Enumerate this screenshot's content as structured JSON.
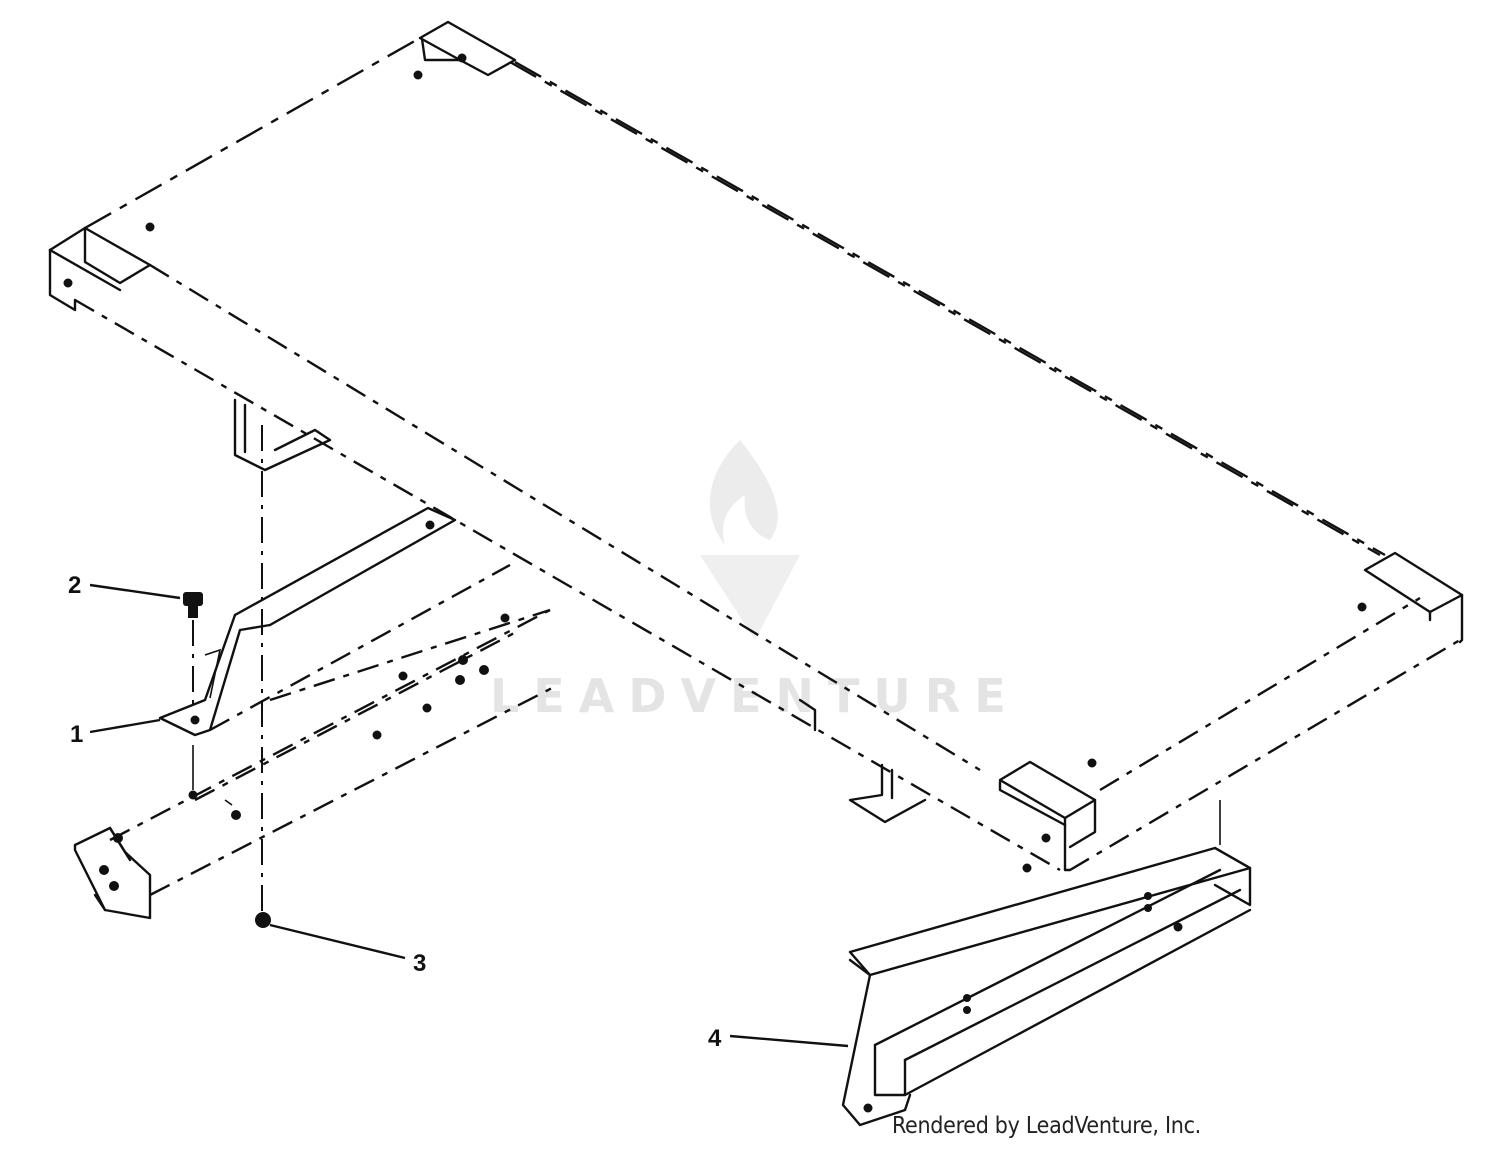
{
  "callouts": [
    {
      "number": "1"
    },
    {
      "number": "2"
    },
    {
      "number": "3"
    },
    {
      "number": "4"
    }
  ],
  "watermark": {
    "brand": "LEADVENTURE",
    "color": "#e4e4e4"
  },
  "credit": "Rendered by LeadVenture, Inc.",
  "colors": {
    "line": "#111111",
    "background": "#ffffff"
  }
}
